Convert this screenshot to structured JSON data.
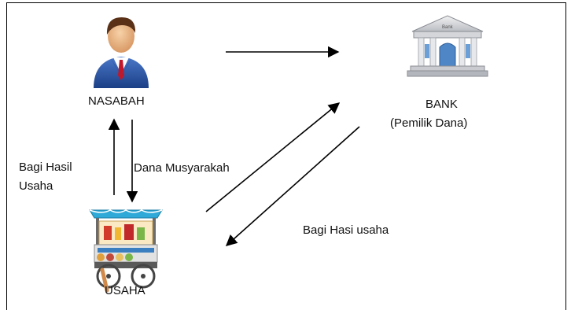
{
  "nodes": {
    "nasabah": {
      "label": "NASABAH",
      "icon": "person-icon"
    },
    "bank": {
      "label_line1": "BANK",
      "label_line2": "(Pemilik Dana)",
      "icon": "bank-building-icon"
    },
    "usaha": {
      "label": "USAHA",
      "icon": "food-cart-icon"
    }
  },
  "edges": {
    "usaha_to_nasabah": {
      "label_line1": "Bagi Hasil",
      "label_line2": "Usaha"
    },
    "nasabah_to_usaha": {
      "label": "Dana Musyarakah"
    },
    "bank_to_usaha": {
      "label": "Bagi Hasi usaha"
    }
  }
}
